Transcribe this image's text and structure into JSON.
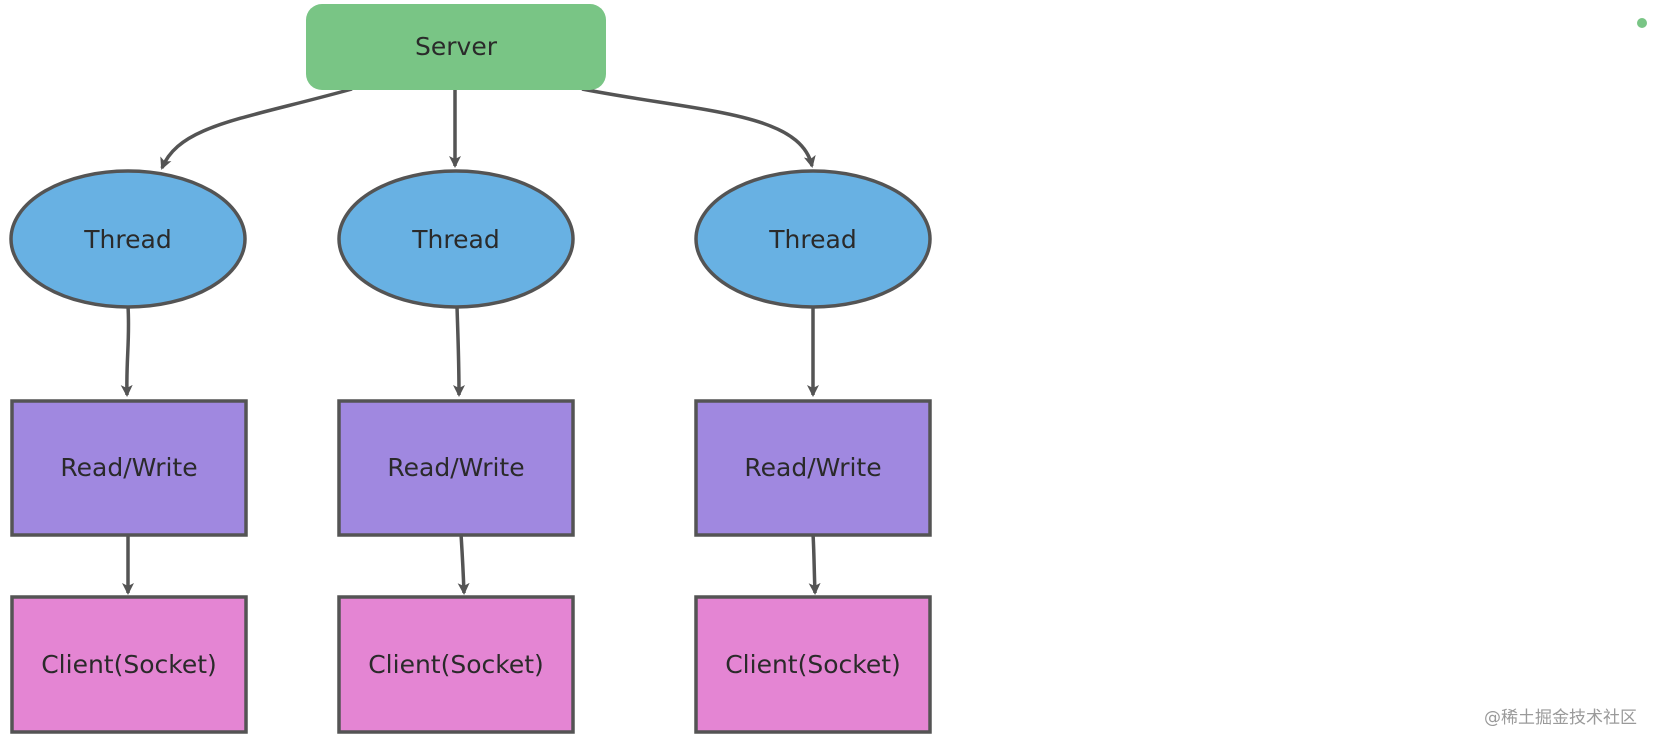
{
  "colors": {
    "server": "#79c585",
    "thread": "#68b1e3",
    "readwrite": "#a088e0",
    "client": "#e485d3",
    "stroke": "#545454",
    "dot": "#79c585"
  },
  "server": {
    "label": "Server"
  },
  "columns": [
    {
      "thread": "Thread",
      "readwrite": "Read/Write",
      "client": "Client(Socket)"
    },
    {
      "thread": "Thread",
      "readwrite": "Read/Write",
      "client": "Client(Socket)"
    },
    {
      "thread": "Thread",
      "readwrite": "Read/Write",
      "client": "Client(Socket)"
    }
  ],
  "watermark": "@稀土掘金技术社区"
}
